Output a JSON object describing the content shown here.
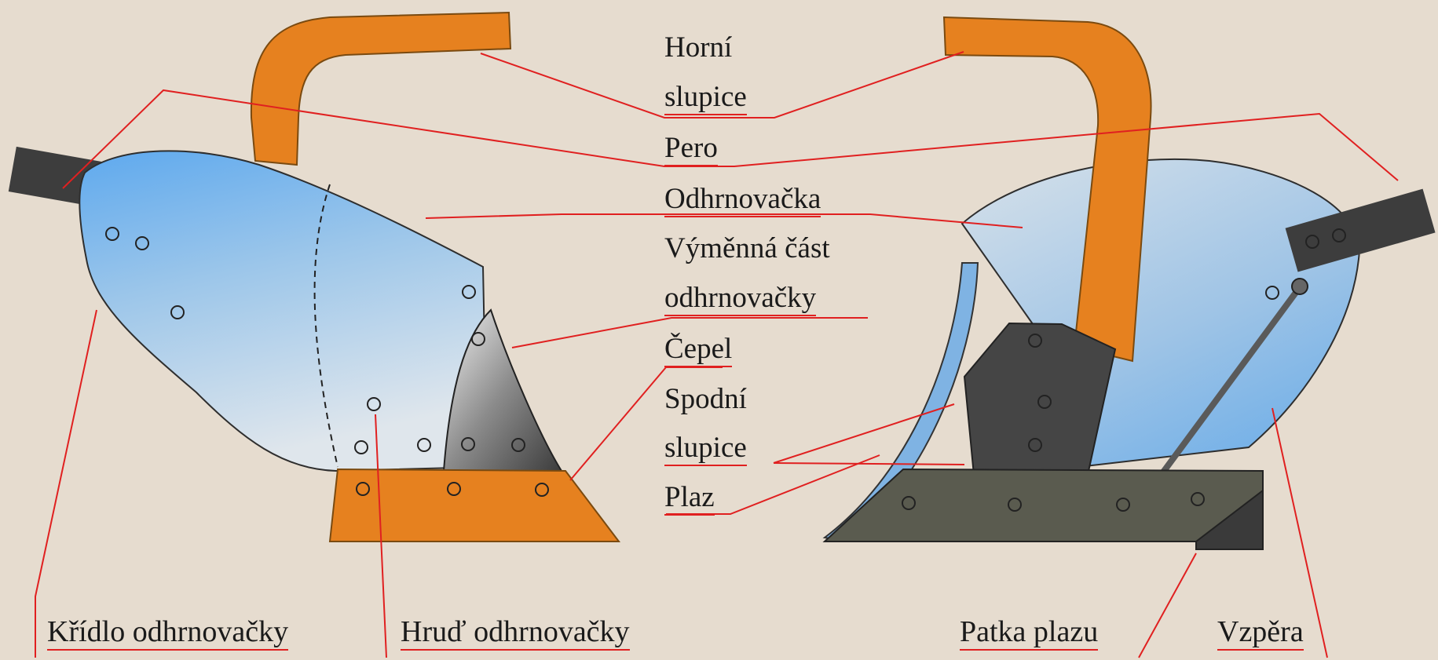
{
  "labels": {
    "horni_line1": "Horní",
    "horni_line2": "slupice",
    "pero": "Pero",
    "odhrnovacka": "Odhrnovačka",
    "vymenna_line1": "Výměnná část",
    "vymenna_line2": "odhrnovačky",
    "cepel": "Čepel",
    "spodni_line1": "Spodní",
    "spodni_line2": "slupice",
    "plaz": "Plaz",
    "kridlo": "Křídlo odhrnovačky",
    "hrud": "Hruď odhrnovačky",
    "patka": "Patka plazu",
    "vzpera": "Vzpěra"
  },
  "colors": {
    "background": "#e6dccf",
    "moldboard": "#7fb3e3",
    "moldboard_light": "#d0dde8",
    "orange": "#e6811f",
    "dark_part": "#3f3f3f",
    "skid": "#5a5b4f",
    "leader_line": "#e02020"
  }
}
